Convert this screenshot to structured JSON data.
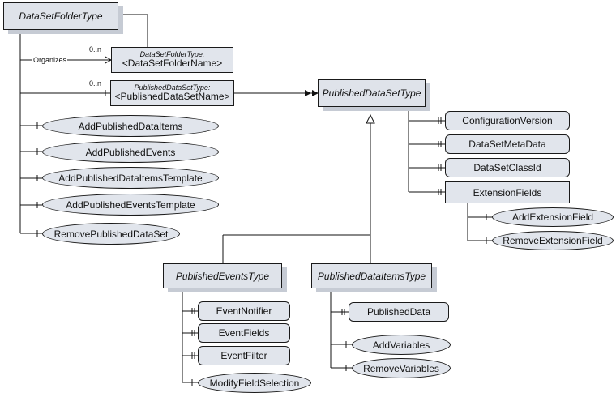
{
  "nodes": {
    "dataset_folder_type": "DataSetFolderType",
    "dataset_folder": {
      "type_name": "DataSetFolderType:",
      "browse_name": "<DataSetFolderName>"
    },
    "published_dataset": {
      "type_name": "PublishedDataSetType:",
      "browse_name": "<PublishedDataSetName>"
    },
    "published_dataset_type": "PublishedDataSetType",
    "configuration_version": "ConfigurationVersion",
    "dataset_metadata": "DataSetMetaData",
    "dataset_class_id": "DataSetClassId",
    "extension_fields": "ExtensionFields",
    "add_extension_field": "AddExtensionField",
    "remove_extension_field": "RemoveExtensionField",
    "add_published_data_items": "AddPublishedDataItems",
    "add_published_events": "AddPublishedEvents",
    "add_published_data_items_template": "AddPublishedDataItemsTemplate",
    "add_published_events_template": "AddPublishedEventsTemplate",
    "remove_published_dataset": "RemovePublishedDataSet",
    "published_events_type": "PublishedEventsType",
    "published_data_items_type": "PublishedDataItemsType",
    "event_notifier": "EventNotifier",
    "event_fields": "EventFields",
    "event_filter": "EventFilter",
    "modify_field_selection": "ModifyFieldSelection",
    "published_data": "PublishedData",
    "add_variables": "AddVariables",
    "remove_variables": "RemoveVariables"
  },
  "edge_labels": {
    "organizes": "Organizes",
    "cardinality_folder": "0..n",
    "cardinality_dataset": "0..n"
  },
  "colors": {
    "fill": "#e1e5ec",
    "type_fill": "#dfe3ea",
    "shadow": "#c6cbd4",
    "line": "#1a1a1a"
  }
}
